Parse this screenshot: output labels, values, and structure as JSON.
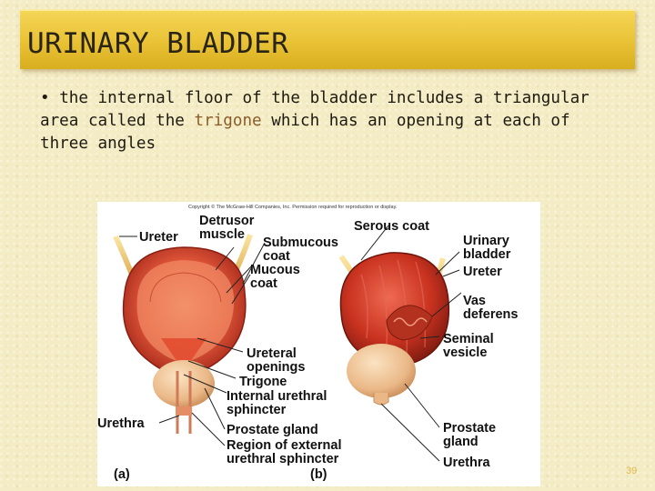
{
  "slide": {
    "title": "URINARY BLADDER",
    "bullet": "•",
    "body_before": "the internal floor of the bladder includes a triangular area called the",
    "body_highlight": "trigone",
    "body_after": "which has an opening at each of three angles",
    "page_number": "39"
  },
  "figure": {
    "copyright": "Copyright © The McGraw-Hill Companies, Inc. Permission required for reproduction or display.",
    "panel_a": "(a)",
    "panel_b": "(b)",
    "labels": {
      "ureter_a": "Ureter",
      "detrusor": "Detrusor\nmuscle",
      "submucous": "Submucous\ncoat",
      "mucous": "Mucous\ncoat",
      "ureteral_openings": "Ureteral\nopenings",
      "trigone": "Trigone",
      "internal_sphincter": "Internal urethral\nsphincter",
      "urethra_a": "Urethra",
      "prostate_gland_a": "Prostate gland",
      "region_external": "Region of external\nurethral sphincter",
      "serous": "Serous coat",
      "urinary_bladder": "Urinary\nbladder",
      "ureter_b": "Ureter",
      "vas_deferens": "Vas\ndeferens",
      "seminal_vesicle": "Seminal\nvesicle",
      "prostate_gland_b": "Prostate\ngland",
      "urethra_b": "Urethra"
    }
  },
  "colors": {
    "background": "#f4ecc4",
    "title_bar": "#e9c235",
    "highlight": "#8a5d2a",
    "muscle": "#d8432c",
    "prostate": "#f2c89a"
  }
}
